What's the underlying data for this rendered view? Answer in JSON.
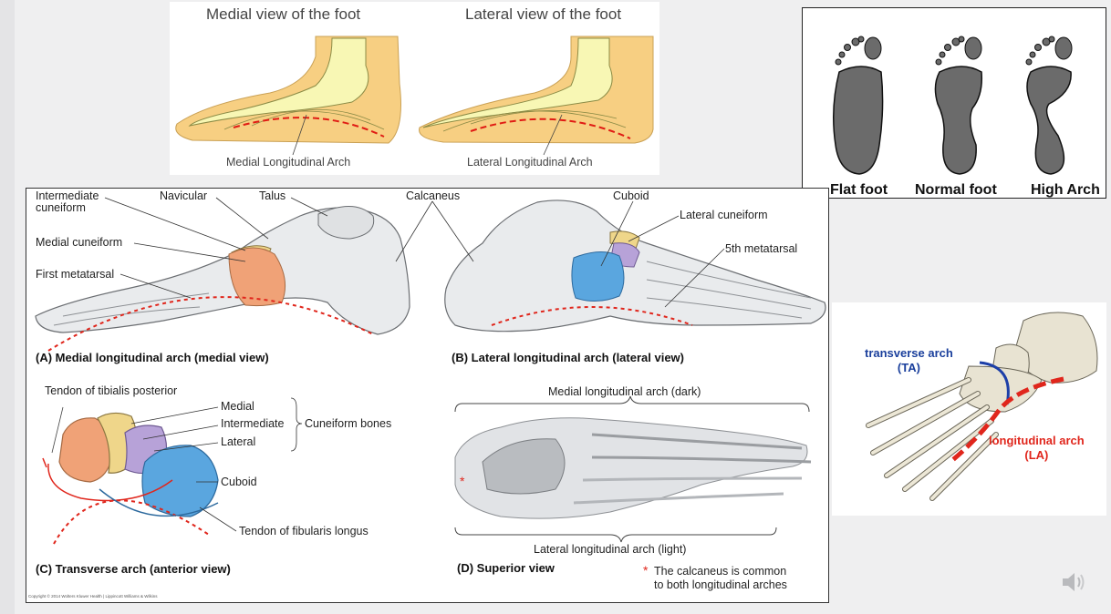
{
  "top_diagram": {
    "title_medial": "Medial view of the foot",
    "title_lateral": "Lateral view of the foot",
    "label_medial_arch": "Medial Longitudinal Arch",
    "label_lateral_arch": "Lateral Longitudinal Arch"
  },
  "footprints": {
    "labels": [
      "Flat foot",
      "Normal foot",
      "High Arch"
    ]
  },
  "main_figure": {
    "labels": {
      "intermediate_cuneiform": "Intermediate\ncuneiform",
      "navicular": "Navicular",
      "talus": "Talus",
      "calcaneus": "Calcaneus",
      "cuboid": "Cuboid",
      "lateral_cuneiform": "Lateral cuneiform",
      "fifth_metatarsal": "5th metatarsal",
      "medial_cuneiform": "Medial cuneiform",
      "first_metatarsal": "First metatarsal",
      "tendon_tibialis": "Tendon of tibialis posterior",
      "medial": "Medial",
      "intermediate": "Intermediate",
      "lateral": "Lateral",
      "cuneiform_bones": "Cuneiform bones",
      "cuboid_c": "Cuboid",
      "tendon_fibularis": "Tendon of fibularis longus",
      "medial_arch_dark": "Medial longitudinal arch (dark)",
      "lateral_arch_light": "Lateral longitudinal arch (light)",
      "calcaneus_note": "The calcaneus is common\nto both longitudinal arches",
      "asterisk": "*"
    },
    "captions": {
      "a": "(A) Medial longitudinal arch (medial view)",
      "b": "(B) Lateral longitudinal arch (lateral view)",
      "c": "(C) Transverse arch (anterior view)",
      "d": "(D)  Superior view"
    },
    "copyright": "Copyright © 2014 Wolters Kluwer Health | Lippincott Williams & Wilkins"
  },
  "arch_3d": {
    "transverse_label": "transverse arch\n(TA)",
    "longitudinal_label": "longitudinal arch\n(LA)"
  },
  "colors": {
    "accent_red": "#e0261c",
    "transverse_blue": "#1d3fa8",
    "label_blue": "#1a3f9c",
    "label_red": "#e0261c",
    "medial_cuneiform": "#f0a277",
    "intermediate_cuneiform": "#efd68a",
    "lateral_cuneiform": "#b7a2d8",
    "cuboid": "#5aa6df"
  },
  "icons": {
    "speaker": "speaker-icon"
  }
}
